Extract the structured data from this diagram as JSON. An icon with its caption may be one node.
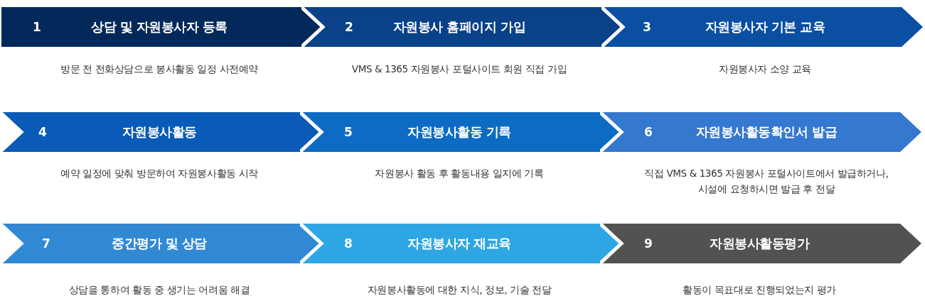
{
  "diagram": {
    "nodes": [
      {
        "text": [
          "1",
          "상담 및 자원봉사자 등록"
        ],
        "beside": [
          "방문 전 전화상담으로 봉사활동 일정 사전예약"
        ]
      },
      {
        "text": [
          "2",
          "자원봉사 홈페이지 가입"
        ],
        "beside": [
          "VMS & 1365 자원봉사 포털사이트 회원 직접 가입"
        ]
      },
      {
        "text": [
          "3",
          "자원봉사자 기본 교육"
        ],
        "beside": [
          "자원봉사자 소양 교육"
        ]
      },
      {
        "text": [
          "4",
          "자원봉사활동"
        ],
        "beside": [
          "예약 일정에 맞춰 방문하여 자원봉사활동 시작"
        ]
      },
      {
        "text": [
          "5",
          "자원봉사활동 기록"
        ],
        "beside": [
          "자원봉사 활동 후 활동내용 일지에 기록"
        ]
      },
      {
        "text": [
          "6",
          "자원봉사활동확인서 발급"
        ],
        "beside": [
          "직접 VMS & 1365 자원봉사 포털사이트에서 발급하거나, 시설에 요청하시면 발급 후 전달"
        ]
      },
      {
        "text": [
          "7",
          "중간평가 및 상담"
        ],
        "beside": [
          "상담을 통하여 활동 중 생기는 어려움 해결"
        ]
      },
      {
        "text": [
          "8",
          "자원봉사자 재교육"
        ],
        "beside": [
          "자원봉사활동에 대한 지식, 정보, 기술 전달"
        ]
      },
      {
        "text": [
          "9",
          "자원봉사활동평가"
        ],
        "beside": [
          "활동이 목표대로 진행되었는지 평가"
        ]
      }
    ]
  }
}
